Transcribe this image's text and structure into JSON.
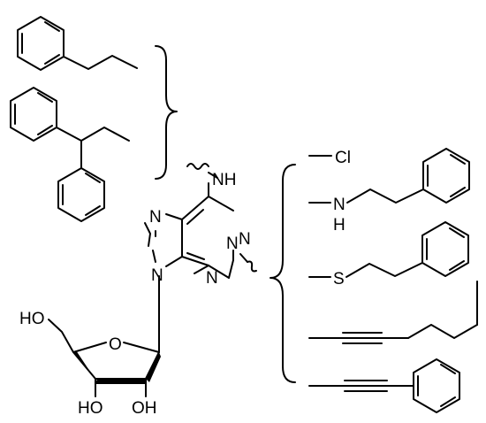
{
  "colors": {
    "bond": "#000000",
    "background": "#ffffff"
  },
  "core": {
    "nh": "NH",
    "ring_n": [
      "N",
      "N",
      "N",
      "N",
      "N"
    ],
    "ho_chain": "HO",
    "ring_o": "O",
    "ho_left": "HO",
    "ho_right": "OH"
  },
  "substituents_c2": {
    "chloro": "Cl",
    "amine_n": "N",
    "amine_h": "H",
    "thio": "S"
  }
}
